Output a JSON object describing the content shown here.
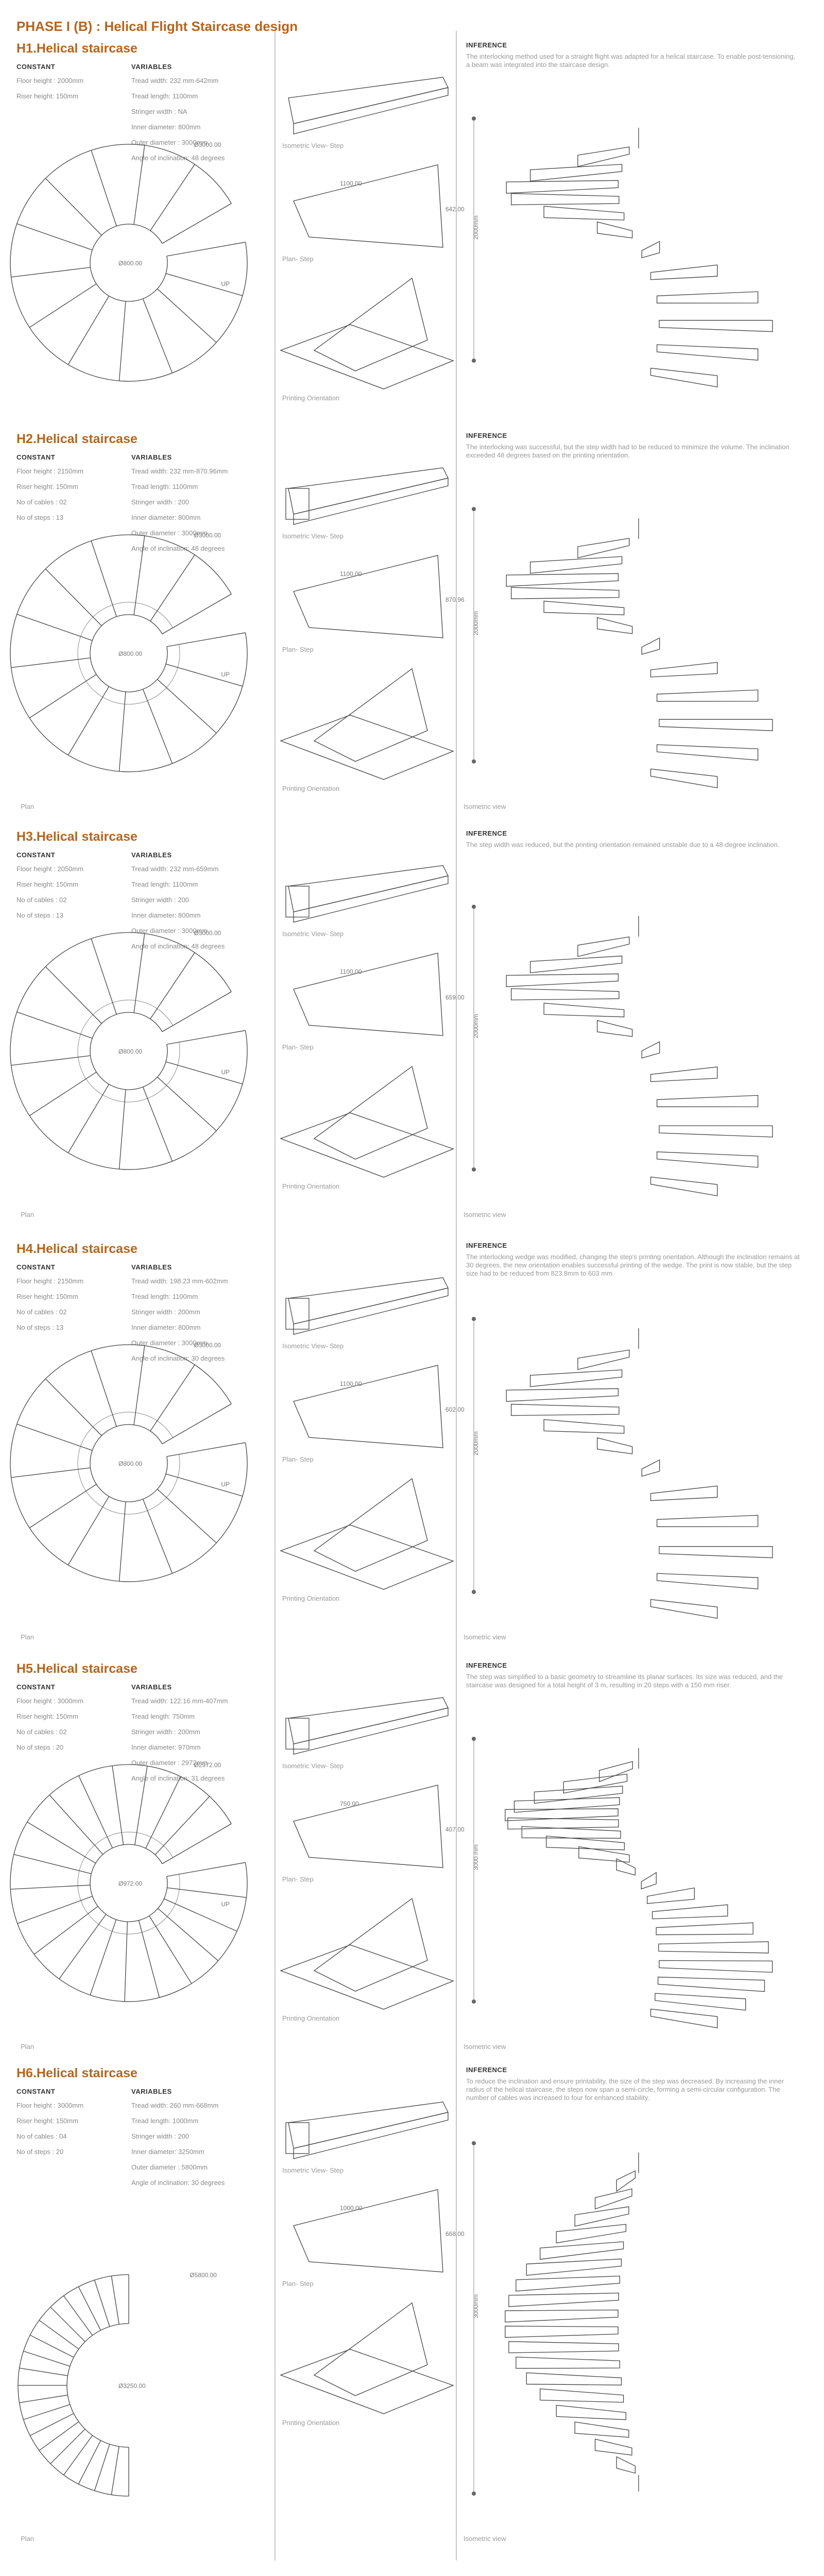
{
  "page": {
    "title": "PHASE I (B) : Helical Flight Staircase design"
  },
  "labels": {
    "constant": "CONSTANT",
    "variables": "VARIABLES",
    "inference": "INFERENCE",
    "iso_step": "Isometric View- Step",
    "plan_step": "Plan- Step",
    "printing": "Printing Orientation",
    "plan": "Plan",
    "iso_view": "Isometric view",
    "up": "UP"
  },
  "sections": [
    {
      "title": "H1.Helical staircase",
      "constants": [
        "Floor height : 2000mm",
        "Riser height: 150mm"
      ],
      "variables": [
        "Tread width: 232 mm-642mm",
        "Tread length: 1100mm",
        "Stringer width : NA",
        "Inner diameter: 800mm",
        "Outer diameter : 3000mm",
        "Angle of inclination: 48 degrees"
      ],
      "outer_dia": "Ø3000.00",
      "inner_dia": "Ø800.00",
      "height_dim": "2000mm",
      "step_dims": [
        "1100.00",
        "642.00"
      ],
      "inference": "The interlocking method used for a straight flight was adapted for a helical staircase. To enable post-tensioning, a beam was integrated into the staircase design."
    },
    {
      "title": "H2.Helical staircase",
      "constants": [
        "Floor height : 2150mm",
        "Riser height: 150mm",
        "No of cables : 02",
        "No of steps : 13"
      ],
      "variables": [
        "Tread width: 232 mm-870.96mm",
        "Tread length: 1100mm",
        "Stringer width : 200",
        "Inner diameter: 800mm",
        "Outer diameter : 3000mm",
        "Angle of inclination: 48 degrees"
      ],
      "outer_dia": "Ø3000.00",
      "inner_dia": "Ø800.00",
      "height_dim": "2000mm",
      "step_dims": [
        "1100.00",
        "870.96"
      ],
      "inference": "The interlocking was successful, but the step width had to be reduced to minimize the volume. The inclination exceeded 48 degrees based on the printing orientation."
    },
    {
      "title": "H3.Helical staircase",
      "constants": [
        "Floor height : 2050mm",
        "Riser height: 150mm",
        "No of cables : 02",
        "No of steps : 13"
      ],
      "variables": [
        "Tread width: 232 mm-659mm",
        "Tread length: 1100mm",
        "Stringer width : 200",
        "Inner diameter: 800mm",
        "Outer diameter : 3000mm",
        "Angle of inclination: 48 degrees"
      ],
      "outer_dia": "Ø3000.00",
      "inner_dia": "Ø800.00",
      "height_dim": "2000mm",
      "step_dims": [
        "1100.00",
        "659.00"
      ],
      "inference": "The step width was reduced, but the printing orientation remained unstable due to a 48-degree inclination."
    },
    {
      "title": "H4.Helical staircase",
      "constants": [
        "Floor height : 2150mm",
        "Riser height: 150mm",
        "No of cables : 02",
        "No of steps : 13"
      ],
      "variables": [
        "Tread width: 198.23 mm-602mm",
        "Tread length: 1100mm",
        "Stringer width : 200mm",
        "Inner diameter: 800mm",
        "Outer diameter : 3000mm",
        "Angle of inclination: 30 degrees"
      ],
      "outer_dia": "Ø3000.00",
      "inner_dia": "Ø800.00",
      "height_dim": "2000mm",
      "step_dims": [
        "1100.00",
        "602.00"
      ],
      "inference": "The interlocking wedge was modified, changing the step's printing orientation. Although the inclination remains at 30 degrees, the new orientation enables successful printing of the wedge. The print is now stable, but the step size had to be reduced from 823.8mm to 603 mm."
    },
    {
      "title": "H5.Helical staircase",
      "constants": [
        "Floor height : 3000mm",
        "Riser height: 150mm",
        "No of cables : 02",
        "No of steps : 20"
      ],
      "variables": [
        "Tread width: 122.16 mm-407mm",
        "Tread length: 750mm",
        "Stringer width : 200mm",
        "Inner diameter: 970mm",
        "Outer diameter : 2972mm",
        "Angle of inclination: 31 degrees"
      ],
      "outer_dia": "Ø2972.00",
      "inner_dia": "Ø972.00",
      "height_dim": "3000 mm",
      "step_dims": [
        "750.00",
        "407.00"
      ],
      "inference": "The step was simplified to a basic geometry to streamline its planar surfaces. Its size was reduced, and the staircase was designed for a total height of 3 m, resulting in 20 steps with a 150 mm riser."
    },
    {
      "title": "H6.Helical staircase",
      "constants": [
        "Floor height : 3000mm",
        "Riser height: 150mm",
        "No of cables : 04",
        "No of steps : 20"
      ],
      "variables": [
        "Tread width: 260 mm-668mm",
        "Tread length: 1000mm",
        "Stringer width : 200",
        "Inner diameter: 3250mm",
        "Outer diameter : 5800mm",
        "Angle of inclination: 30 degrees"
      ],
      "outer_dia": "Ø5800.00",
      "inner_dia": "Ø3250.00",
      "height_dim": "3000mm",
      "step_dims": [
        "1000.00",
        "668.00"
      ],
      "inference": "To reduce the inclination and ensure printability, the size of the step was decreased. By increasing the inner radius of the helical staircase, the steps now span a semi-circle, forming a semi-circular configuration. The number of cables was increased to four for enhanced stability."
    }
  ]
}
